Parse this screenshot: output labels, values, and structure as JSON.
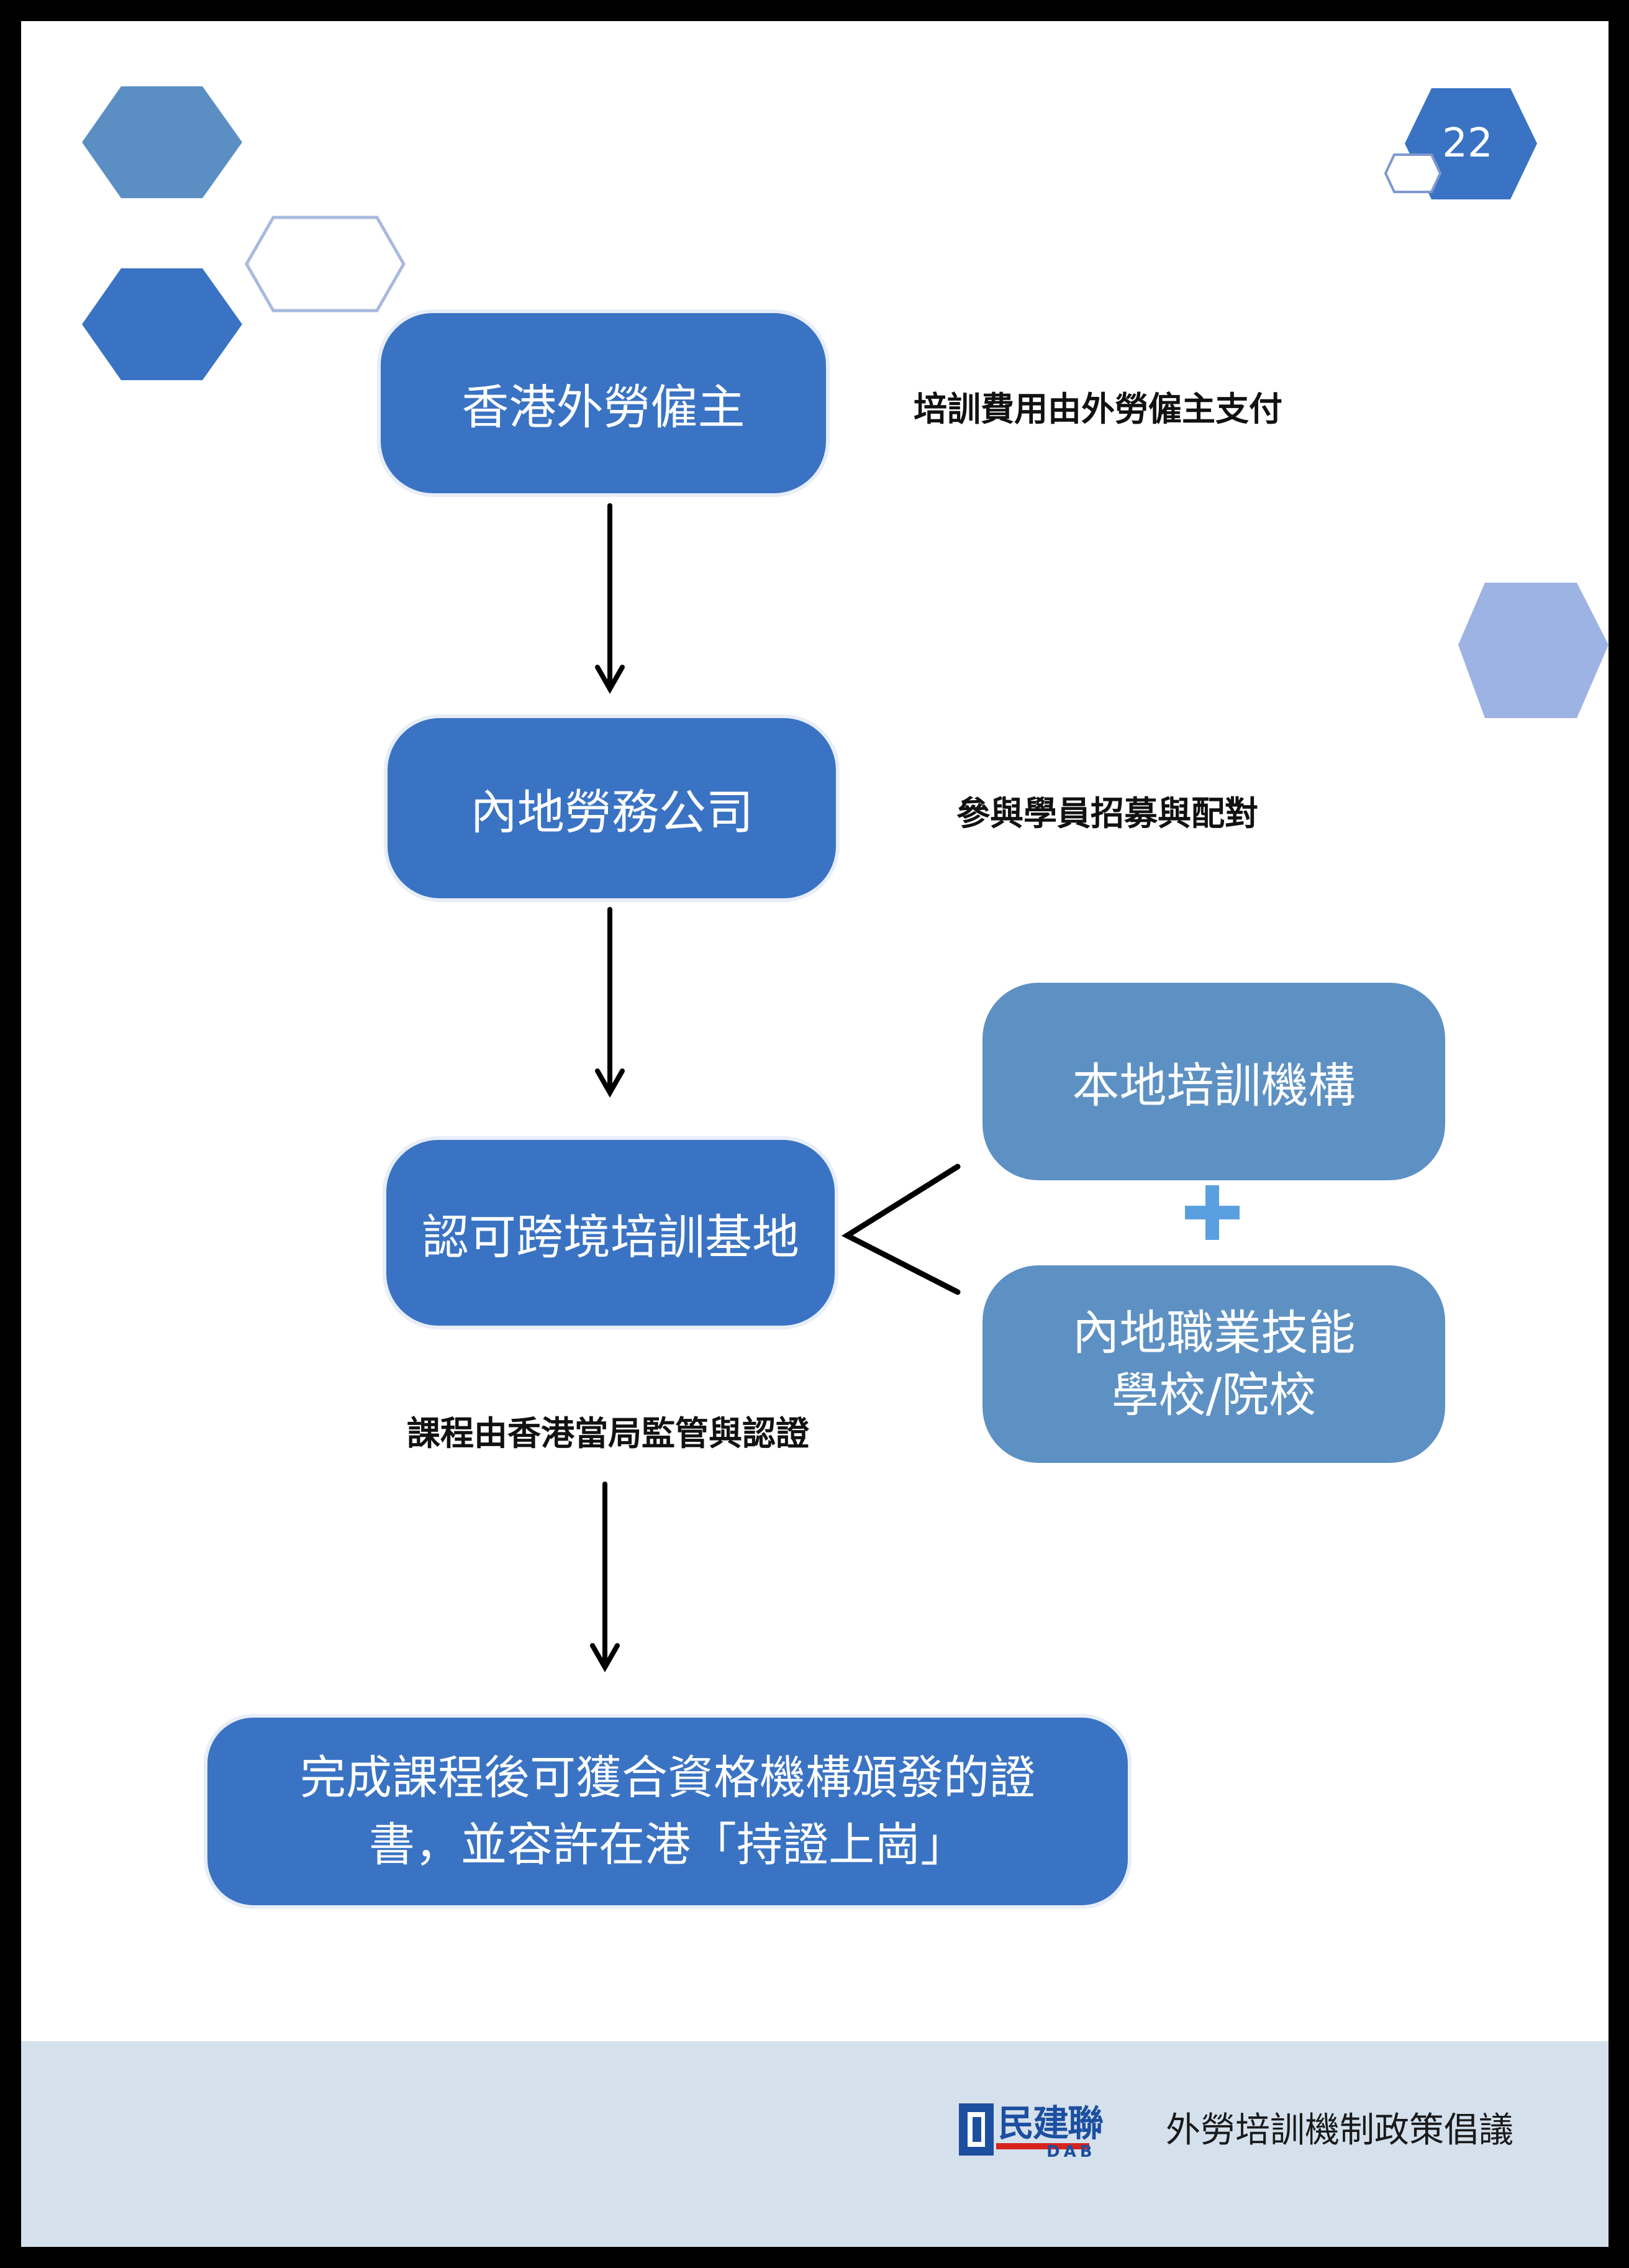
{
  "page_number": "22",
  "flow": {
    "employer": "香港外勞僱主",
    "mainland_agency": "內地勞務公司",
    "training_base": "認可跨境培訓基地",
    "local_institution": "本地培訓機構",
    "plus_symbol": "+",
    "vocational_school_line1": "內地職業技能",
    "vocational_school_line2": "學校/院校",
    "outcome_line1": "完成課程後可獲合資格機構頒發的證",
    "outcome_line2": "書，並容許在港「持證上崗」"
  },
  "notes": {
    "employer_note": "培訓費用由外勞僱主支付",
    "agency_note": "參與學員招募與配對",
    "base_note": "課程由香港當局監管與認證"
  },
  "footer": {
    "logo_text": "民建聯",
    "logo_sub": "DAB",
    "document_title": "外勞培訓機制政策倡議"
  },
  "colors": {
    "primary_box": "#3a73c3",
    "secondary_box": "#5e91c3",
    "plus": "#5aa0e0",
    "footer_bg": "#d4e1ed",
    "hex_light": "#9db3e3",
    "hex_mid": "#5b8fc3",
    "hex_dark": "#3a73c3"
  }
}
